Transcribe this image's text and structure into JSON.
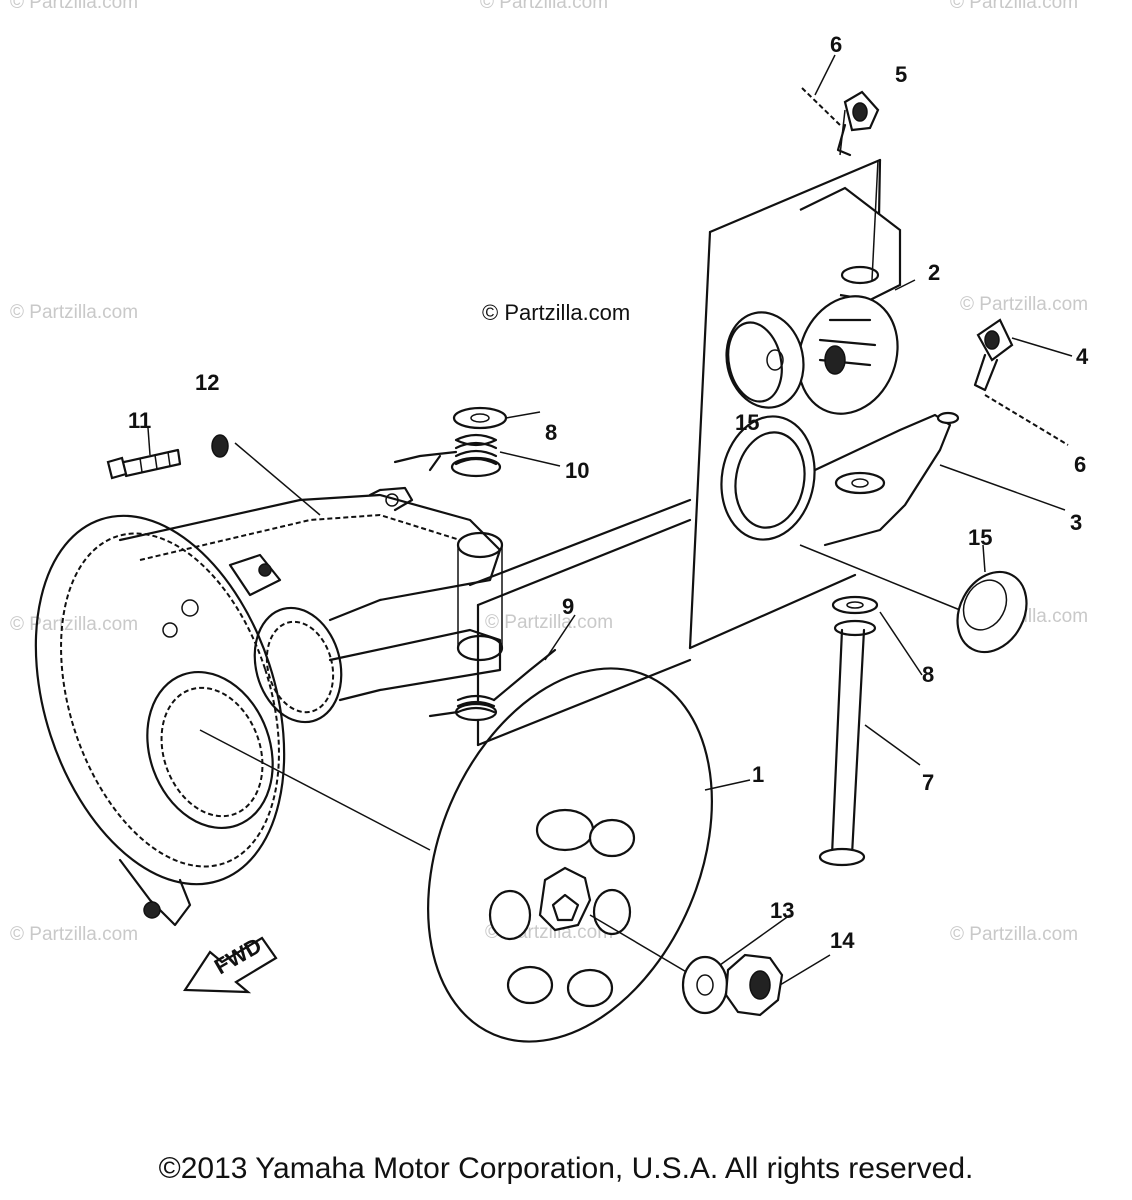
{
  "watermarks": {
    "center": "© Partzilla.com",
    "faded": [
      "© Partzilla.com",
      "© Partzilla.com",
      "© Partzilla.com",
      "© Partzilla.com",
      "© Partzilla.com",
      "© Partzilla.com",
      "© Partzilla.com",
      "© Partzilla.com",
      "© Partzilla.com",
      "© Partzilla.com",
      "© Partzilla.com"
    ]
  },
  "callouts": [
    "1",
    "2",
    "3",
    "4",
    "5",
    "6",
    "6",
    "7",
    "8",
    "8",
    "9",
    "10",
    "11",
    "12",
    "13",
    "14",
    "15",
    "15"
  ],
  "direction_label": "FWD",
  "copyright": "©2013 Yamaha Motor Corporation, U.S.A. All rights reserved."
}
